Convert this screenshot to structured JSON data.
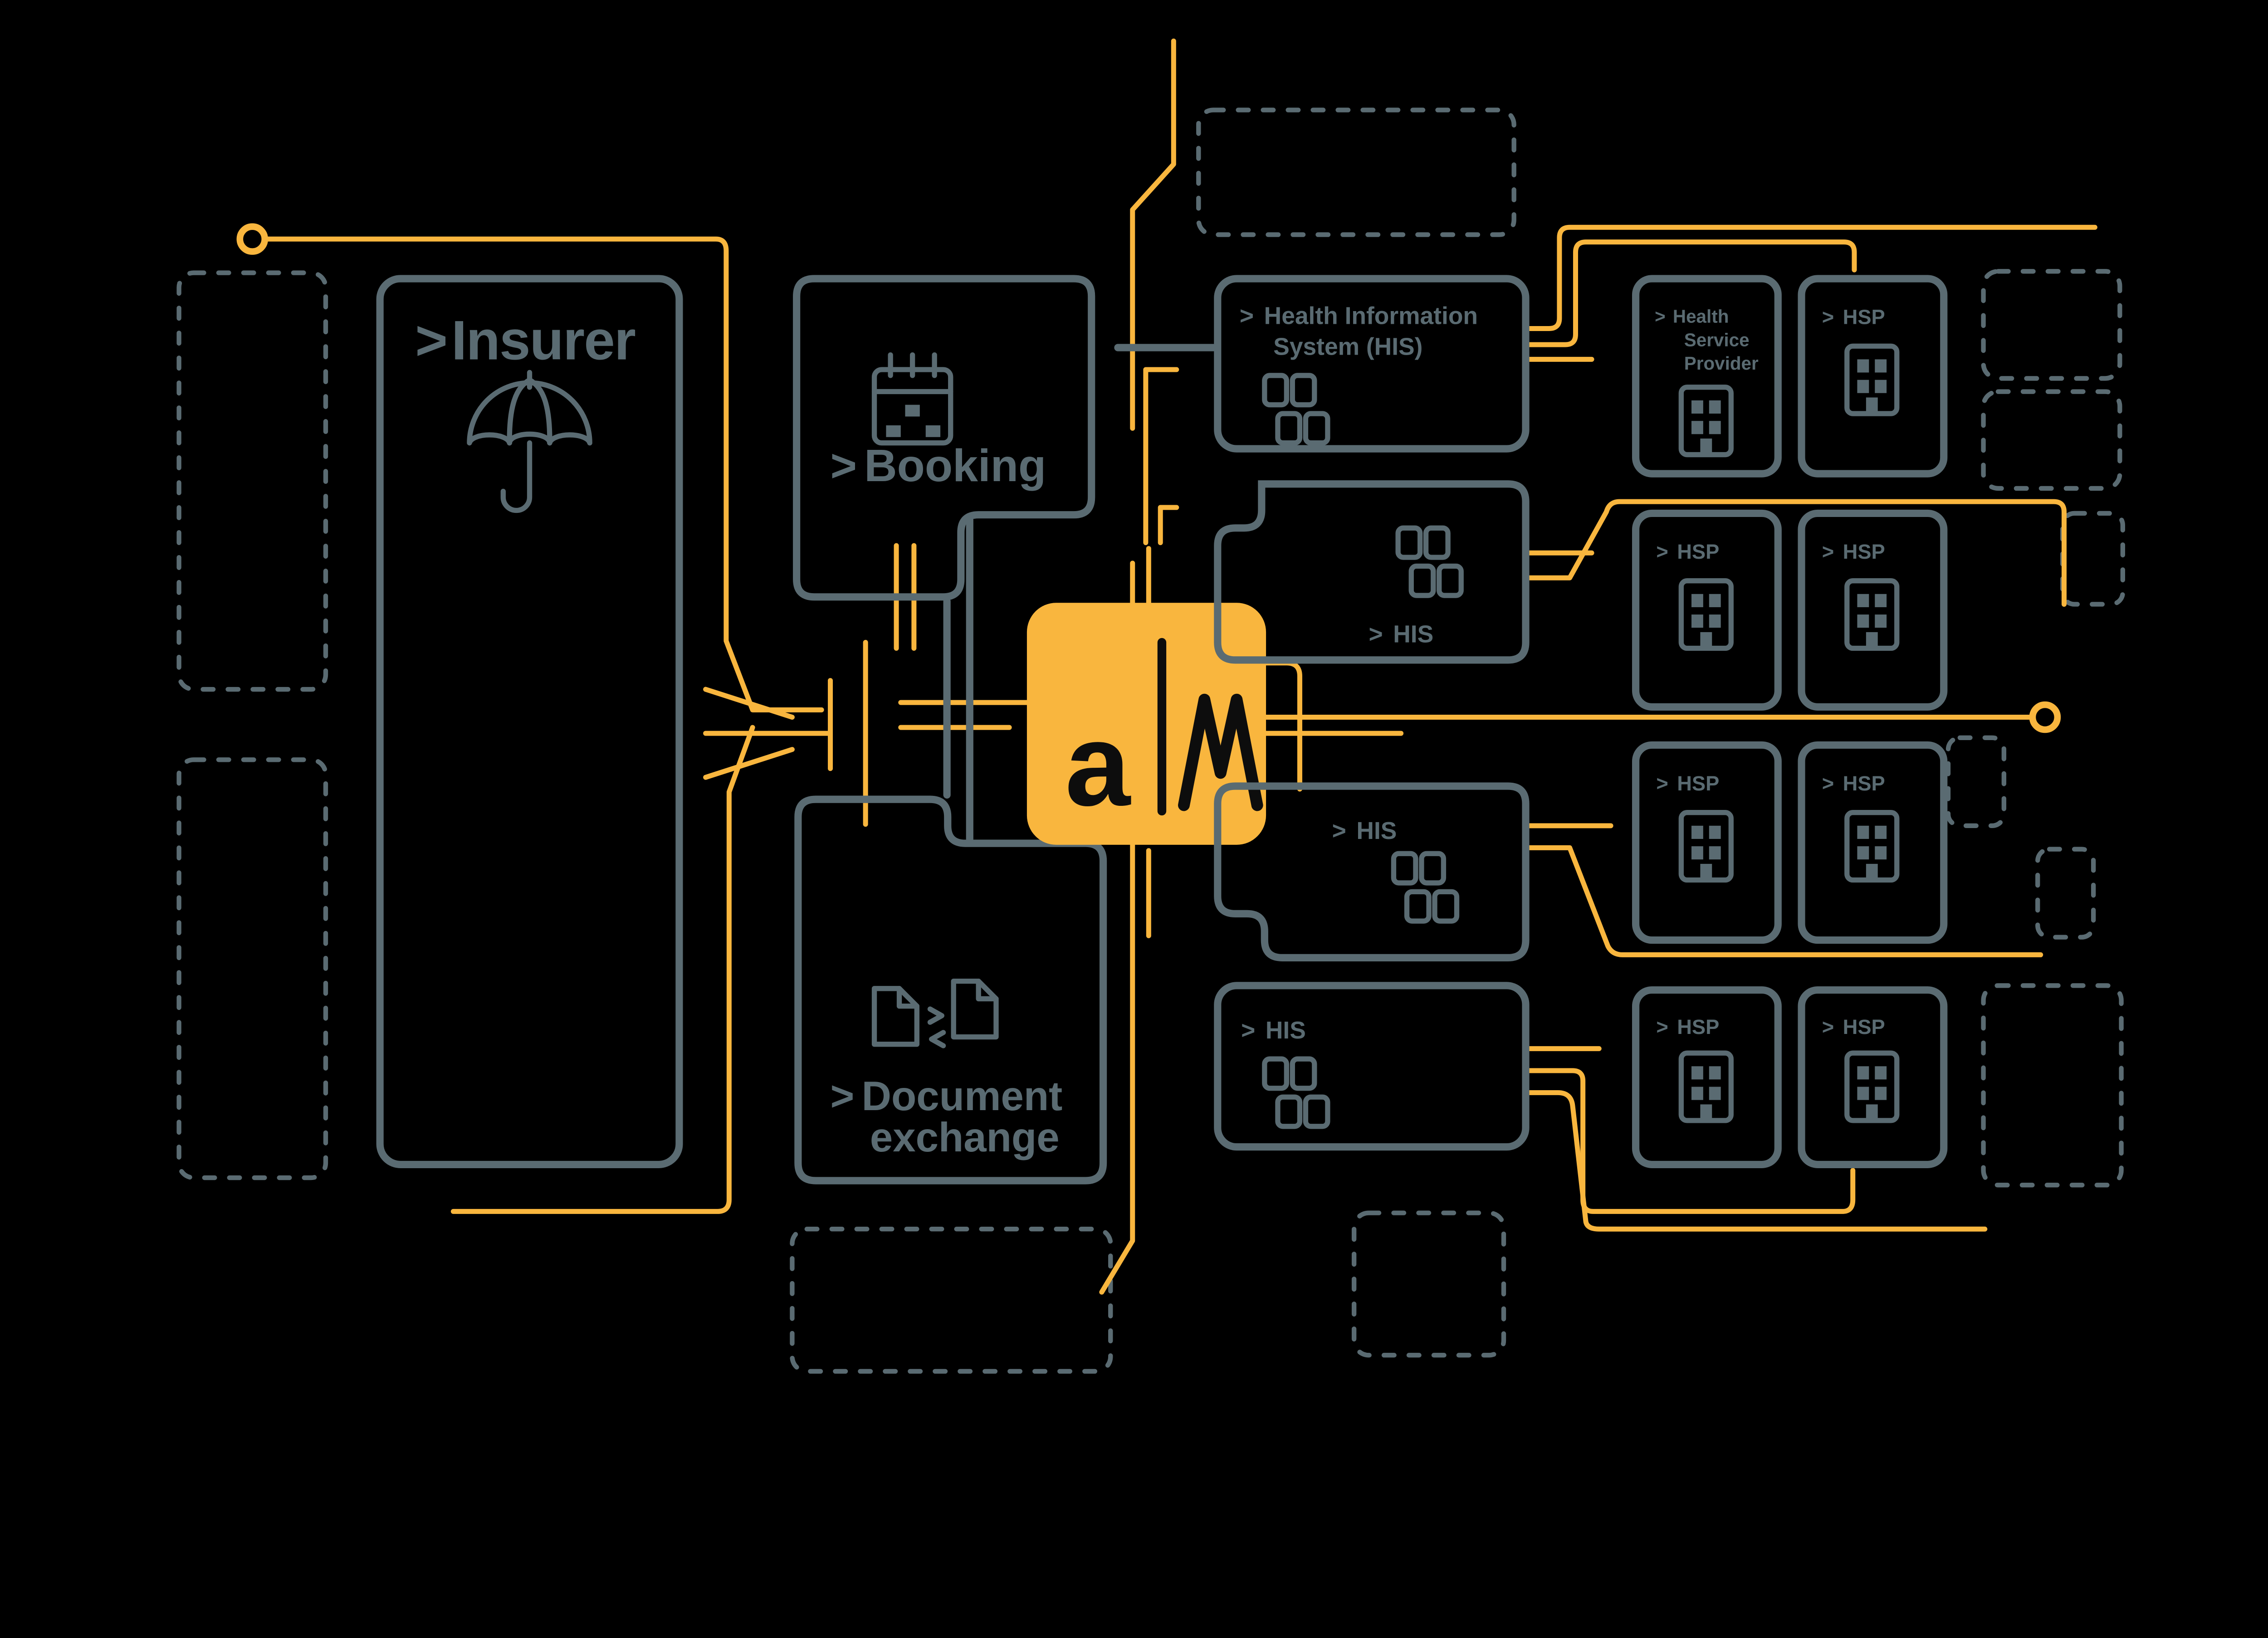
{
  "title": "Platform integration diagram",
  "colors": {
    "background": "#000000",
    "panel_stroke": "#5A6B72",
    "accent": "#F9B63E",
    "logo_fill": "#F9B63E",
    "logo_glyph": "#0d0d0d"
  },
  "nodes": {
    "insurer": {
      "chevron": ">",
      "label": "Insurer",
      "icon": "umbrella-icon"
    },
    "booking": {
      "chevron": ">",
      "label": "Booking",
      "icon": "calendar-icon"
    },
    "document_exchange": {
      "chevron": ">",
      "line1": "Document",
      "line2": "exchange",
      "icon": "document-exchange-icon"
    },
    "logo": {
      "letter_a": "a",
      "divider": "|",
      "letter_m": "M",
      "text": "a|M"
    },
    "his_main": {
      "chevron": ">",
      "line1": "Health Information",
      "line2": "System (HIS)",
      "icon": "app-grid-icon"
    },
    "his_right": {
      "chevron": ">",
      "label": "HIS",
      "icon": "app-grid-icon"
    },
    "his_mid": {
      "chevron": ">",
      "label": "HIS",
      "icon": "app-grid-icon"
    },
    "his_bottom": {
      "chevron": ">",
      "label": "HIS",
      "icon": "app-grid-icon"
    },
    "hsp_main": {
      "chevron": ">",
      "line1": "Health",
      "line2": "Service",
      "line3": "Provider",
      "icon": "building-icon"
    },
    "hsp_r1c2": {
      "chevron": ">",
      "label": "HSP",
      "icon": "building-icon"
    },
    "hsp_r2c1": {
      "chevron": ">",
      "label": "HSP",
      "icon": "building-icon"
    },
    "hsp_r2c2": {
      "chevron": ">",
      "label": "HSP",
      "icon": "building-icon"
    },
    "hsp_r3c1": {
      "chevron": ">",
      "label": "HSP",
      "icon": "building-icon"
    },
    "hsp_r3c2": {
      "chevron": ">",
      "label": "HSP",
      "icon": "building-icon"
    },
    "hsp_r4c1": {
      "chevron": ">",
      "label": "HSP",
      "icon": "building-icon"
    },
    "hsp_r4c2": {
      "chevron": ">",
      "label": "HSP",
      "icon": "building-icon"
    }
  }
}
